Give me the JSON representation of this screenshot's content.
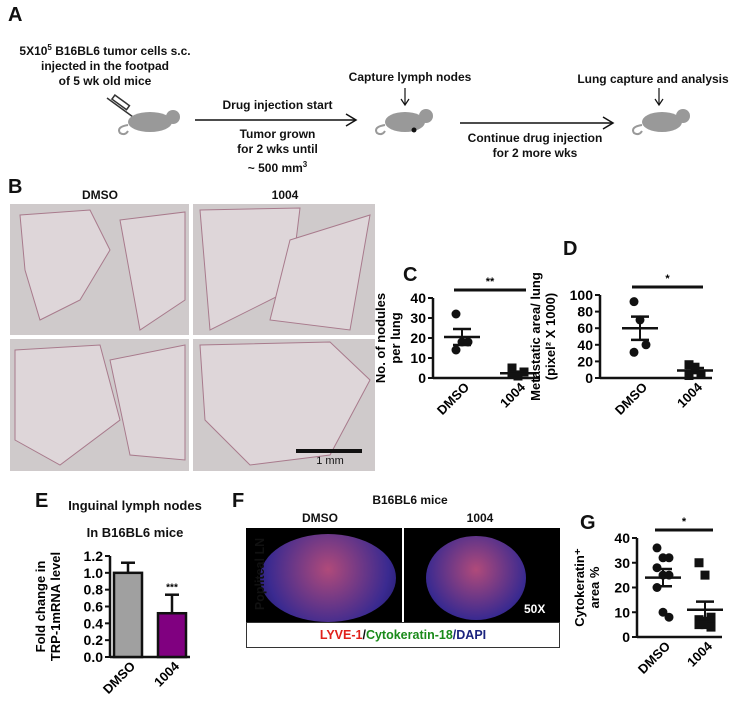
{
  "panel_labels": {
    "a": "A",
    "b": "B",
    "c": "C",
    "d": "D",
    "e": "E",
    "f": "F",
    "g": "G"
  },
  "panel_a": {
    "step1": [
      "5X10",
      "5",
      " B16BL6 tumor cells s.c.",
      "injected in the footpad",
      "of 5 wk old mice"
    ],
    "arrow1_above": "Drug injection start",
    "arrow1_below": [
      "Tumor grown",
      "for 2 wks until",
      "~ 500 mm",
      "3"
    ],
    "step2": "Capture lymph nodes",
    "arrow2_below": [
      "Continue drug injection",
      "for 2 more wks"
    ],
    "step3": "Lung capture and analysis",
    "mouse_color": "#999999"
  },
  "panel_b": {
    "col1": "DMSO",
    "col2": "1004",
    "scale_bar": "1 mm"
  },
  "panel_f": {
    "title": "B16BL6 mice",
    "col1": "DMSO",
    "col2": "1004",
    "row_label": "Popliteal LN",
    "magnification": "50X",
    "legend": [
      {
        "text": "LYVE-1",
        "color": "#e0201b"
      },
      {
        "text": "/",
        "color": "#111111"
      },
      {
        "text": "Cytokeratin-18",
        "color": "#1a8a1a"
      },
      {
        "text": "/DAPI",
        "color": "#1a237e"
      }
    ]
  },
  "chart_data": [
    {
      "id": "C",
      "type": "scatter",
      "categories": [
        "DMSO",
        "1004"
      ],
      "ylabel": [
        "No. of nodules",
        "per lung"
      ],
      "ylim": [
        0,
        40
      ],
      "yticks": [
        "0",
        "10",
        "20",
        "30",
        "40"
      ],
      "series": [
        {
          "marker": "circle",
          "values": [
            32,
            18,
            18,
            14
          ]
        },
        {
          "marker": "square",
          "values": [
            2,
            1,
            3,
            5,
            1
          ]
        }
      ],
      "mean": [
        20.5,
        2.4
      ],
      "sem": [
        4,
        0.8
      ],
      "significance": "**"
    },
    {
      "id": "D",
      "type": "scatter",
      "categories": [
        "DMSO",
        "1004"
      ],
      "ylabel": [
        "Metastatic area/ lung",
        "(pixel² X 1000)"
      ],
      "ylim": [
        0,
        100
      ],
      "yticks": [
        "0",
        "20",
        "40",
        "60",
        "80",
        "100"
      ],
      "series": [
        {
          "marker": "circle",
          "values": [
            92,
            70,
            40,
            31
          ]
        },
        {
          "marker": "square",
          "values": [
            16,
            13,
            5,
            3,
            10
          ]
        }
      ],
      "mean": [
        60,
        9
      ],
      "sem": [
        14,
        3
      ],
      "significance": "*"
    },
    {
      "id": "E",
      "type": "bar",
      "title": [
        "Inguinal lymph nodes",
        "In B16BL6 mice"
      ],
      "categories": [
        "DMSO",
        "1004"
      ],
      "ylabel": [
        "Fold change in",
        "TRP-1mRNA level"
      ],
      "ylim": [
        0,
        1.2
      ],
      "yticks": [
        "0.0",
        "0.2",
        "0.4",
        "0.6",
        "0.8",
        "1.0",
        "1.2"
      ],
      "values": [
        1.0,
        0.52
      ],
      "error": [
        0.12,
        0.22
      ],
      "colors": [
        "#a0a0a0",
        "#800080"
      ],
      "significance": [
        "",
        "***"
      ]
    },
    {
      "id": "G",
      "type": "scatter",
      "categories": [
        "DMSO",
        "1004"
      ],
      "ylabel": [
        "Cytokeratin⁺",
        "area %"
      ],
      "ylim": [
        0,
        40
      ],
      "yticks": [
        "0",
        "10",
        "20",
        "30",
        "40"
      ],
      "series": [
        {
          "marker": "circle",
          "values": [
            36,
            32,
            32,
            28,
            25,
            25,
            20,
            10,
            8
          ]
        },
        {
          "marker": "square",
          "values": [
            30,
            25,
            8,
            7,
            6,
            6,
            5,
            5,
            4
          ]
        }
      ],
      "mean": [
        24,
        11
      ],
      "sem": [
        3.5,
        3.3
      ],
      "significance": "*"
    }
  ]
}
